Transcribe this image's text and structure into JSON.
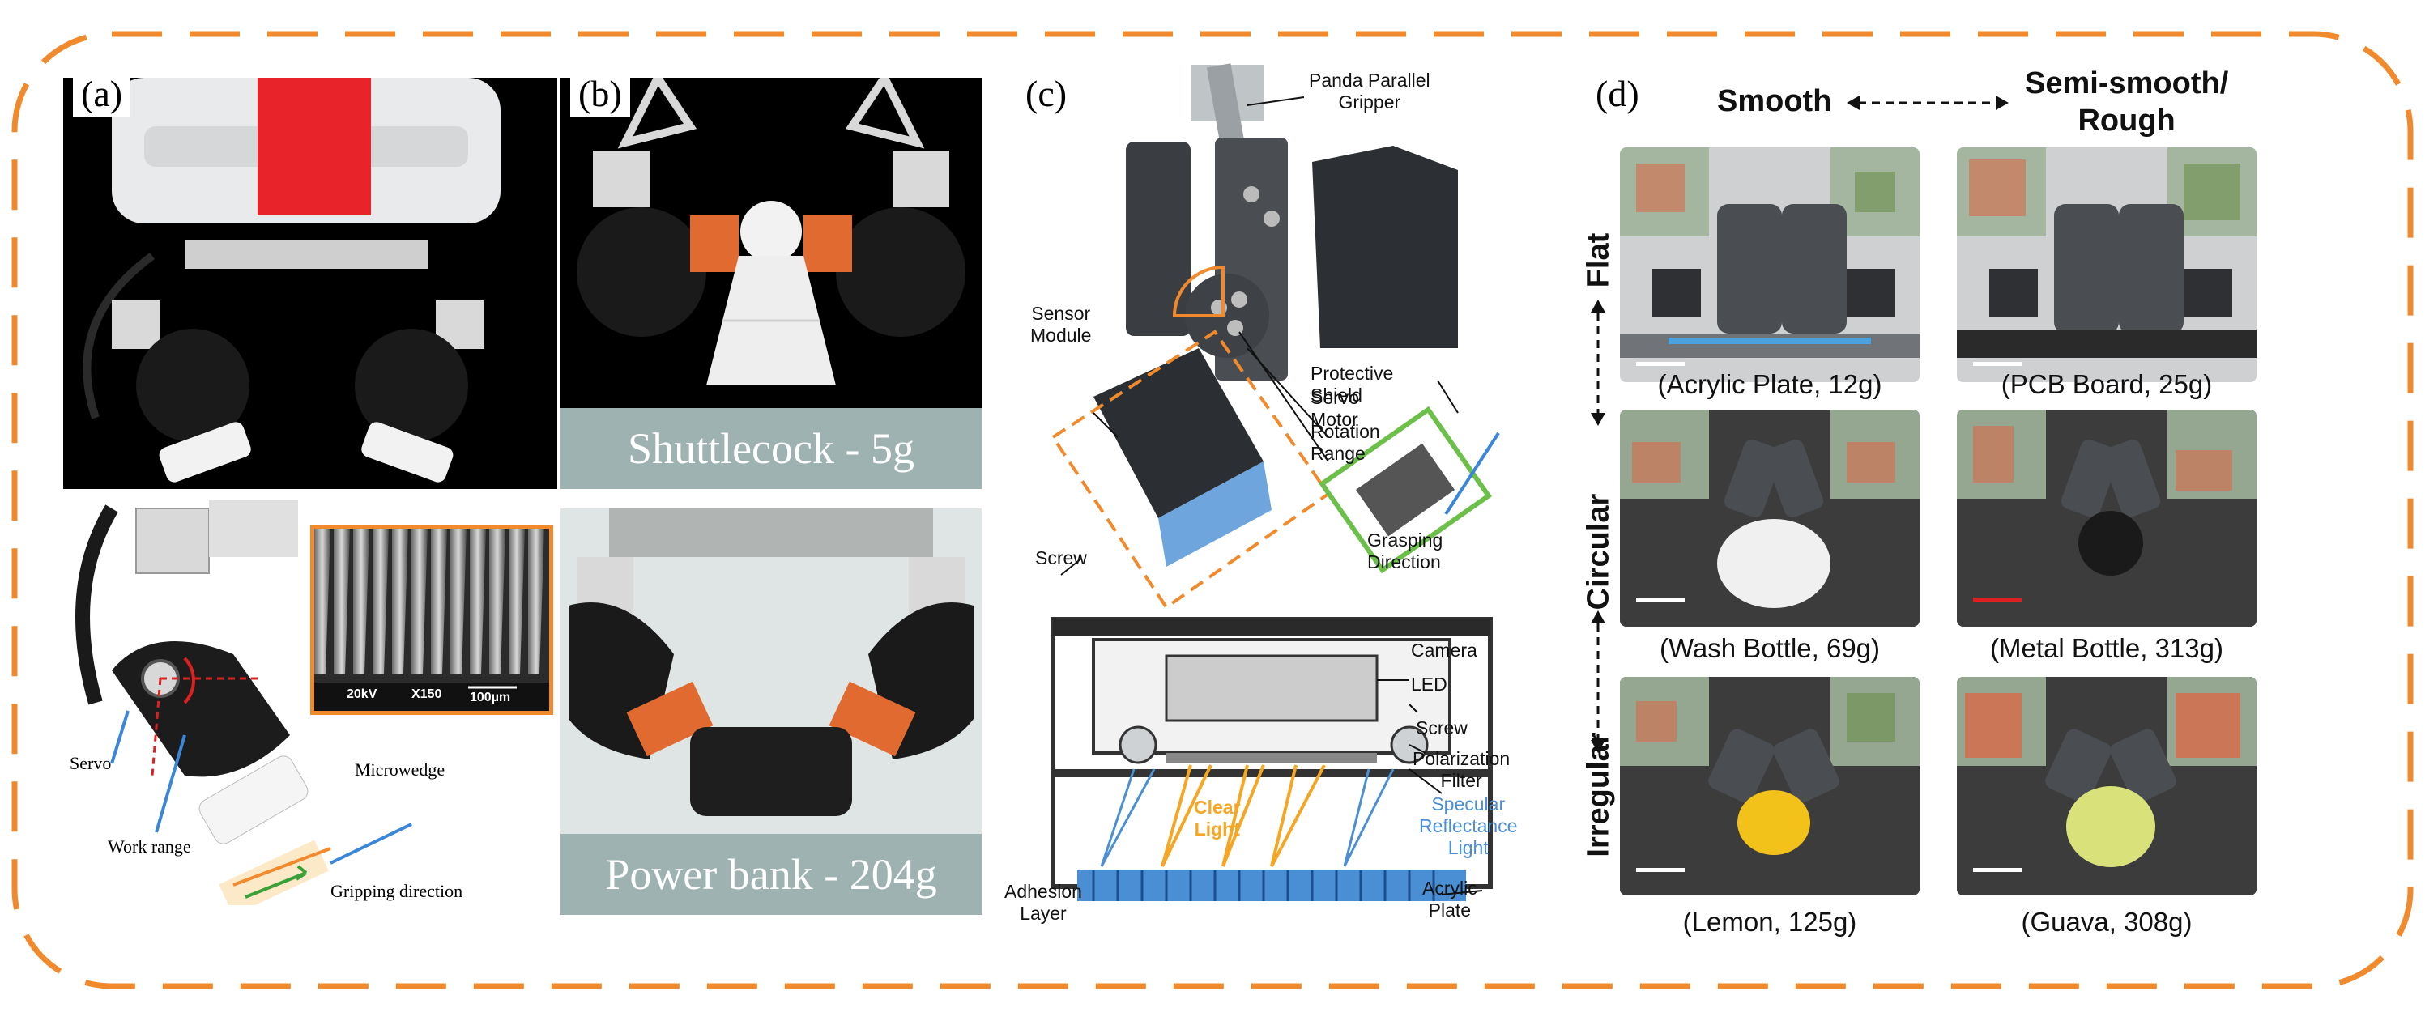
{
  "panel_labels": {
    "a": "(a)",
    "b": "(b)",
    "c": "(c)",
    "d": "(d)"
  },
  "panel_a": {
    "sem_readout": {
      "kv": "20kV",
      "mag": "X150",
      "scale": "100µm"
    },
    "labels": {
      "servo": "Servo",
      "work_range": "Work range",
      "microwedge": "Microwedge",
      "gripping_direction": "Gripping direction"
    }
  },
  "panel_b": {
    "captions": {
      "top": "Shuttlecock - 5g",
      "bottom": "Power bank - 204g"
    }
  },
  "panel_c": {
    "labels": {
      "panda_gripper": "Panda Parallel\nGripper",
      "sensor_module": "Sensor\nModule",
      "protective_shield": "Protective Shield",
      "servo_motor": "Servo Motor",
      "rotation_range": "Rotation Range",
      "screw_top": "Screw",
      "grasping_direction": "Grasping\nDirection",
      "camera": "Camera",
      "led": "LED",
      "screw_bottom": "Screw",
      "polarization_filter": "Polarization\nFilter",
      "specular_light": "Specular\nReflectance\nLight",
      "clear_light": "Clear\nLight",
      "adhesion_layer": "Adhesion\nLayer",
      "acrylic_plate": "Acrylic\nPlate"
    }
  },
  "panel_d": {
    "col_headers": {
      "left": "Smooth",
      "right": "Semi-smooth/\nRough"
    },
    "row_headers": {
      "flat": "Flat",
      "circular": "Circular",
      "irregular": "Irregular"
    },
    "tiles": [
      {
        "caption": "(Acrylic Plate, 12g)"
      },
      {
        "caption": "(PCB Board, 25g)"
      },
      {
        "caption": "(Wash Bottle, 69g)"
      },
      {
        "caption": "(Metal Bottle, 313g)"
      },
      {
        "caption": "(Lemon, 125g)"
      },
      {
        "caption": "(Guava, 308g)"
      }
    ]
  },
  "colors": {
    "frame": "#f08a2c",
    "accent_blue": "#4a90d9",
    "accent_orange": "#f5a623",
    "accent_green": "#6cc04a"
  }
}
